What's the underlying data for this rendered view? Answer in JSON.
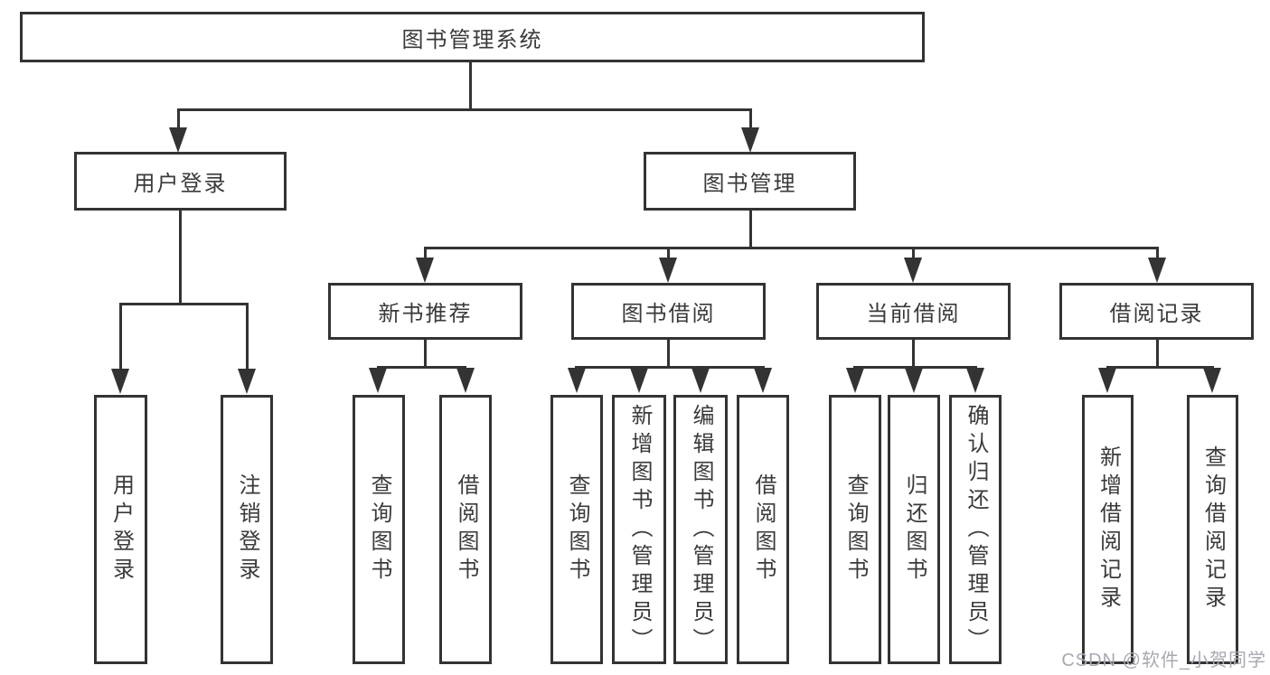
{
  "diagram": {
    "root": "图书管理系统",
    "level2": [
      {
        "label": "用户登录",
        "children": [
          "用户登录",
          "注销登录"
        ]
      },
      {
        "label": "图书管理",
        "children": [
          {
            "label": "新书推荐",
            "children": [
              "查询图书",
              "借阅图书"
            ]
          },
          {
            "label": "图书借阅",
            "children": [
              "查询图书",
              "新增图书（管理员）",
              "编辑图书（管理员）",
              "借阅图书"
            ]
          },
          {
            "label": "当前借阅",
            "children": [
              "查询图书",
              "归还图书",
              "确认归还（管理员）"
            ]
          },
          {
            "label": "借阅记录",
            "children": [
              "新增借阅记录",
              "查询借阅记录"
            ]
          }
        ]
      }
    ]
  },
  "watermark": {
    "text": "CSDN @软件_小贺同学"
  },
  "colors": {
    "line": "#333333",
    "text": "#3a3a3a",
    "background": "#ffffff",
    "watermark": "#a8a8b2"
  }
}
